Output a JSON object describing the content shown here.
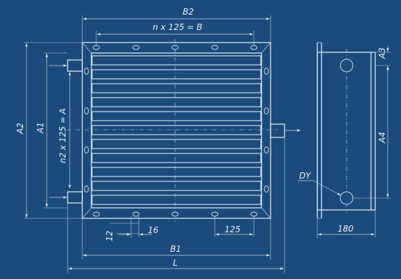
{
  "colors": {
    "background": "#1c4a7c",
    "line": "#dbe7f3"
  },
  "labels": {
    "b2": "B2",
    "n_pitch": "n x 125 = B",
    "n2_pitch": "n2 x 125 = A",
    "a1": "A1",
    "a2": "A2",
    "a3": "A3",
    "a4": "A4",
    "dy": "DY",
    "dim_16": "16",
    "dim_12": "12",
    "dim_125": "125",
    "dim_180": "180",
    "b1": "B1",
    "l": "L"
  }
}
